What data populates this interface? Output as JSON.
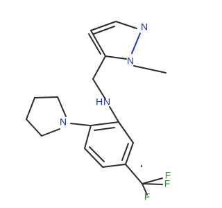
{
  "atom_labels": {
    "pyrazole_n1": "N",
    "pyrazole_n2": "N",
    "amine_n": "N",
    "amine_h": "H",
    "pyrrolidine_n": "N",
    "fluorine_top": "F",
    "fluorine_right": "F",
    "fluorine_bottom": "F"
  },
  "colors": {
    "bond": "#2b2b2b",
    "nitrogen": "#1e31c9",
    "fluorine": "#2e8c2e",
    "background": "#ffffff"
  }
}
